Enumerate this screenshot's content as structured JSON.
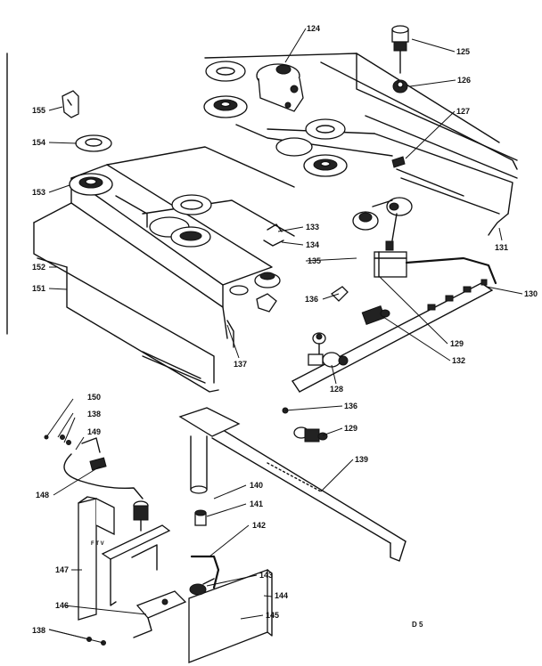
{
  "labels": {
    "l124": "124",
    "l125": "125",
    "l126": "126",
    "l127": "127",
    "l131": "131",
    "l133": "133",
    "l134": "134",
    "l135": "135",
    "l136a": "136",
    "l130": "130",
    "l129a": "129",
    "l132": "132",
    "l128": "128",
    "l137": "137",
    "l155": "155",
    "l154": "154",
    "l153": "153",
    "l152": "152",
    "l151": "151",
    "l150": "150",
    "l138a": "138",
    "l149": "149",
    "l148": "148",
    "l147": "147",
    "l146": "146",
    "l138b": "138",
    "l136b": "136",
    "l129b": "129",
    "l139": "139",
    "l140": "140",
    "l141": "141",
    "l142": "142",
    "l143": "143",
    "l144": "144",
    "l145": "145",
    "code": "D 5"
  }
}
